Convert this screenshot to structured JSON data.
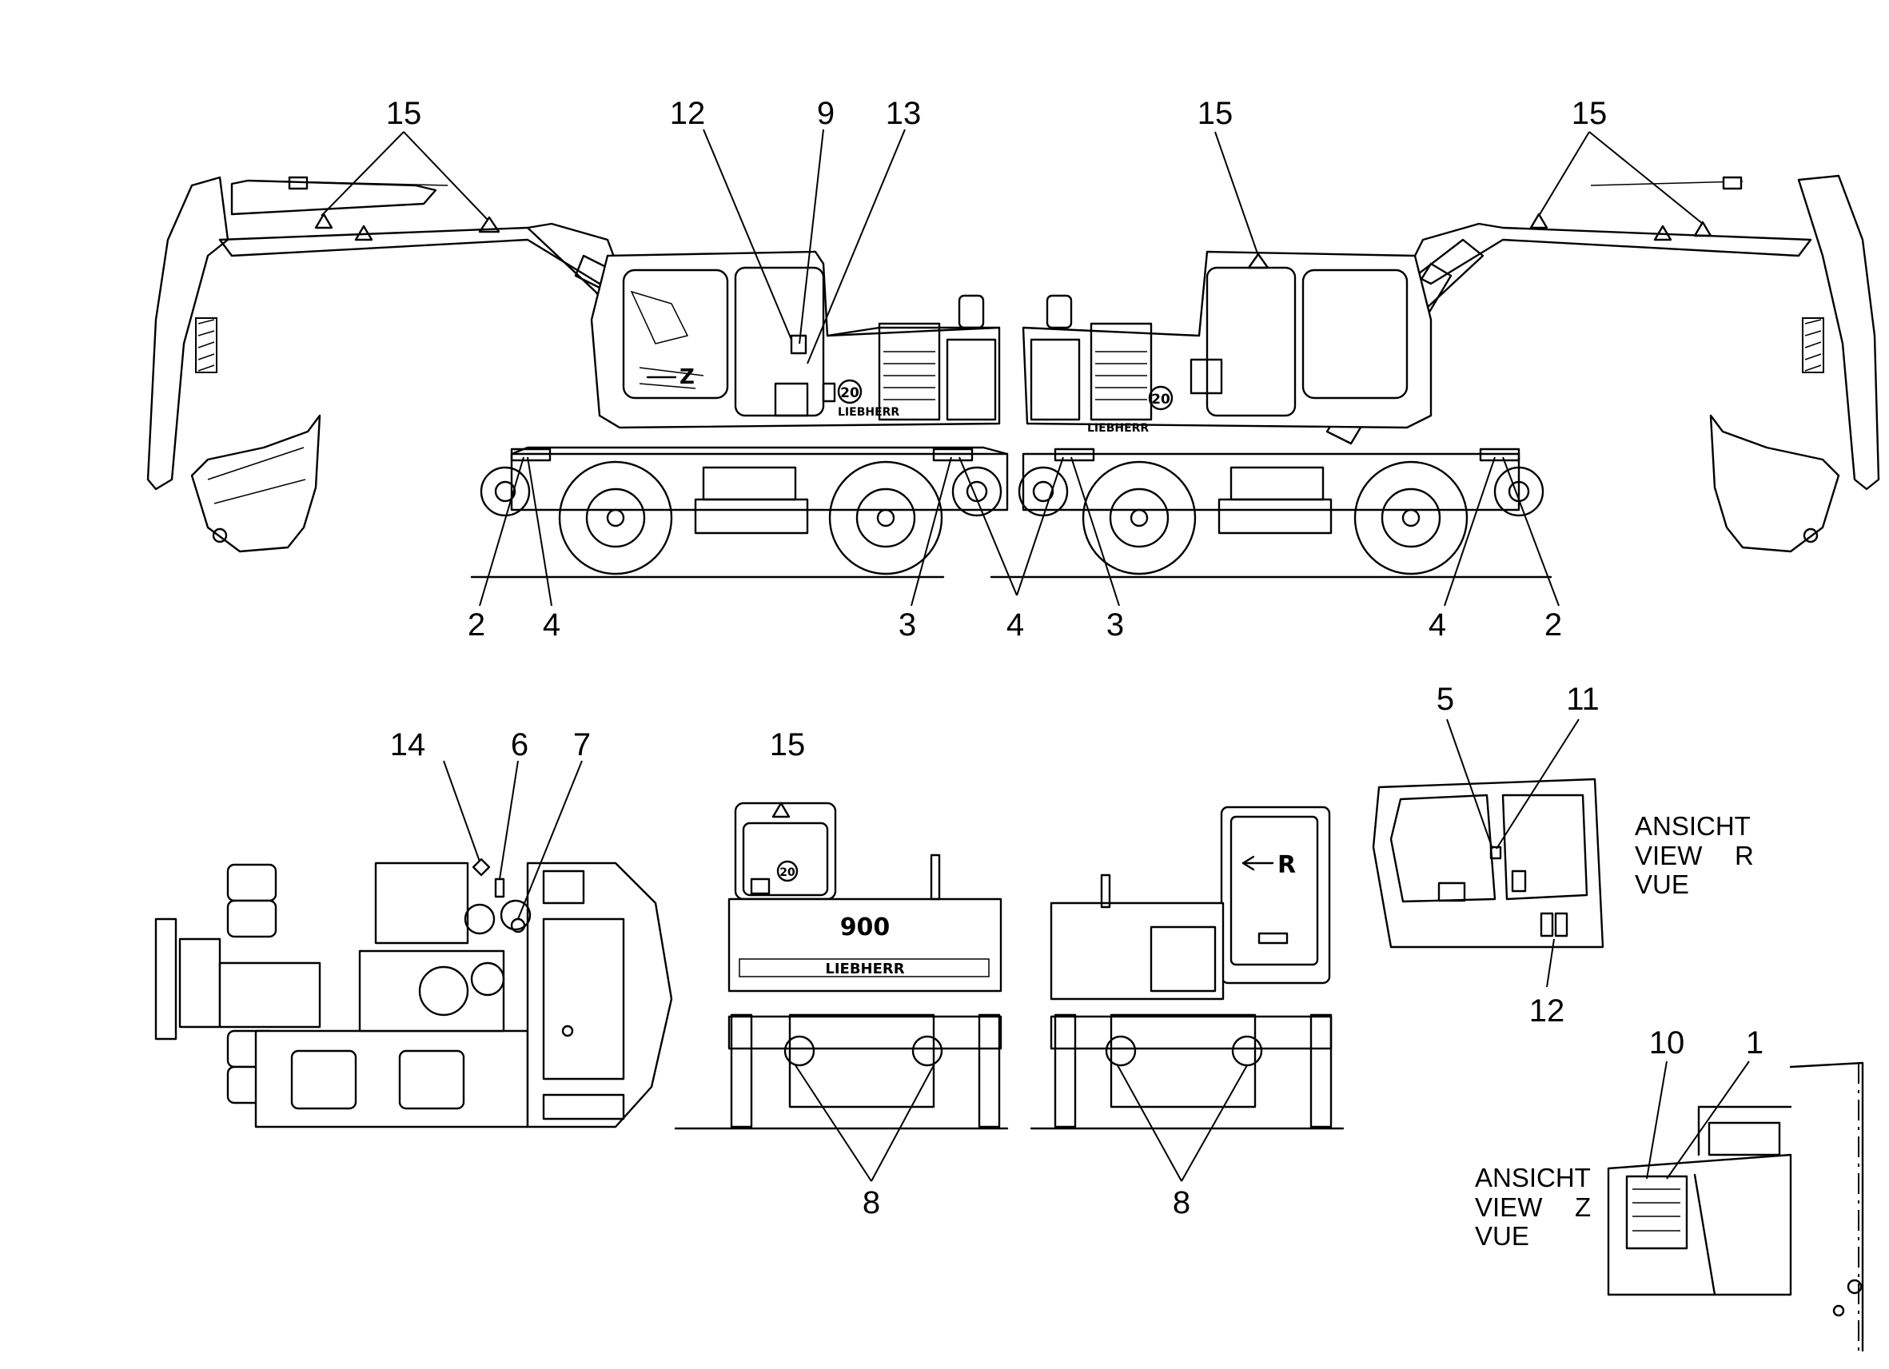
{
  "callouts": {
    "side_left_15": "15",
    "side_left_12": "12",
    "side_left_9": "9",
    "side_left_13": "13",
    "side_right_15a": "15",
    "side_right_15b": "15",
    "bottom_2a": "2",
    "bottom_4a": "4",
    "bottom_3a": "3",
    "bottom_4b": "4",
    "bottom_3b": "3",
    "bottom_4c": "4",
    "bottom_2b": "2",
    "top_14": "14",
    "top_6": "6",
    "top_7": "7",
    "front_15": "15",
    "front_8": "8",
    "rear_8": "8",
    "viewR_5": "5",
    "viewR_11": "11",
    "viewR_12": "12",
    "viewZ_10": "10",
    "viewZ_1": "1"
  },
  "view_labels": {
    "R": {
      "line1": "ANSICHT",
      "line2": "VIEW",
      "letter": "R",
      "line3": "VUE"
    },
    "Z": {
      "line1": "ANSICHT",
      "line2": "VIEW",
      "letter": "Z",
      "line3": "VUE"
    }
  },
  "markings": {
    "model": "900",
    "brand": "LIEBHERR",
    "speed_badge": "20",
    "arrow_r": "R",
    "arrow_z": "Z"
  }
}
